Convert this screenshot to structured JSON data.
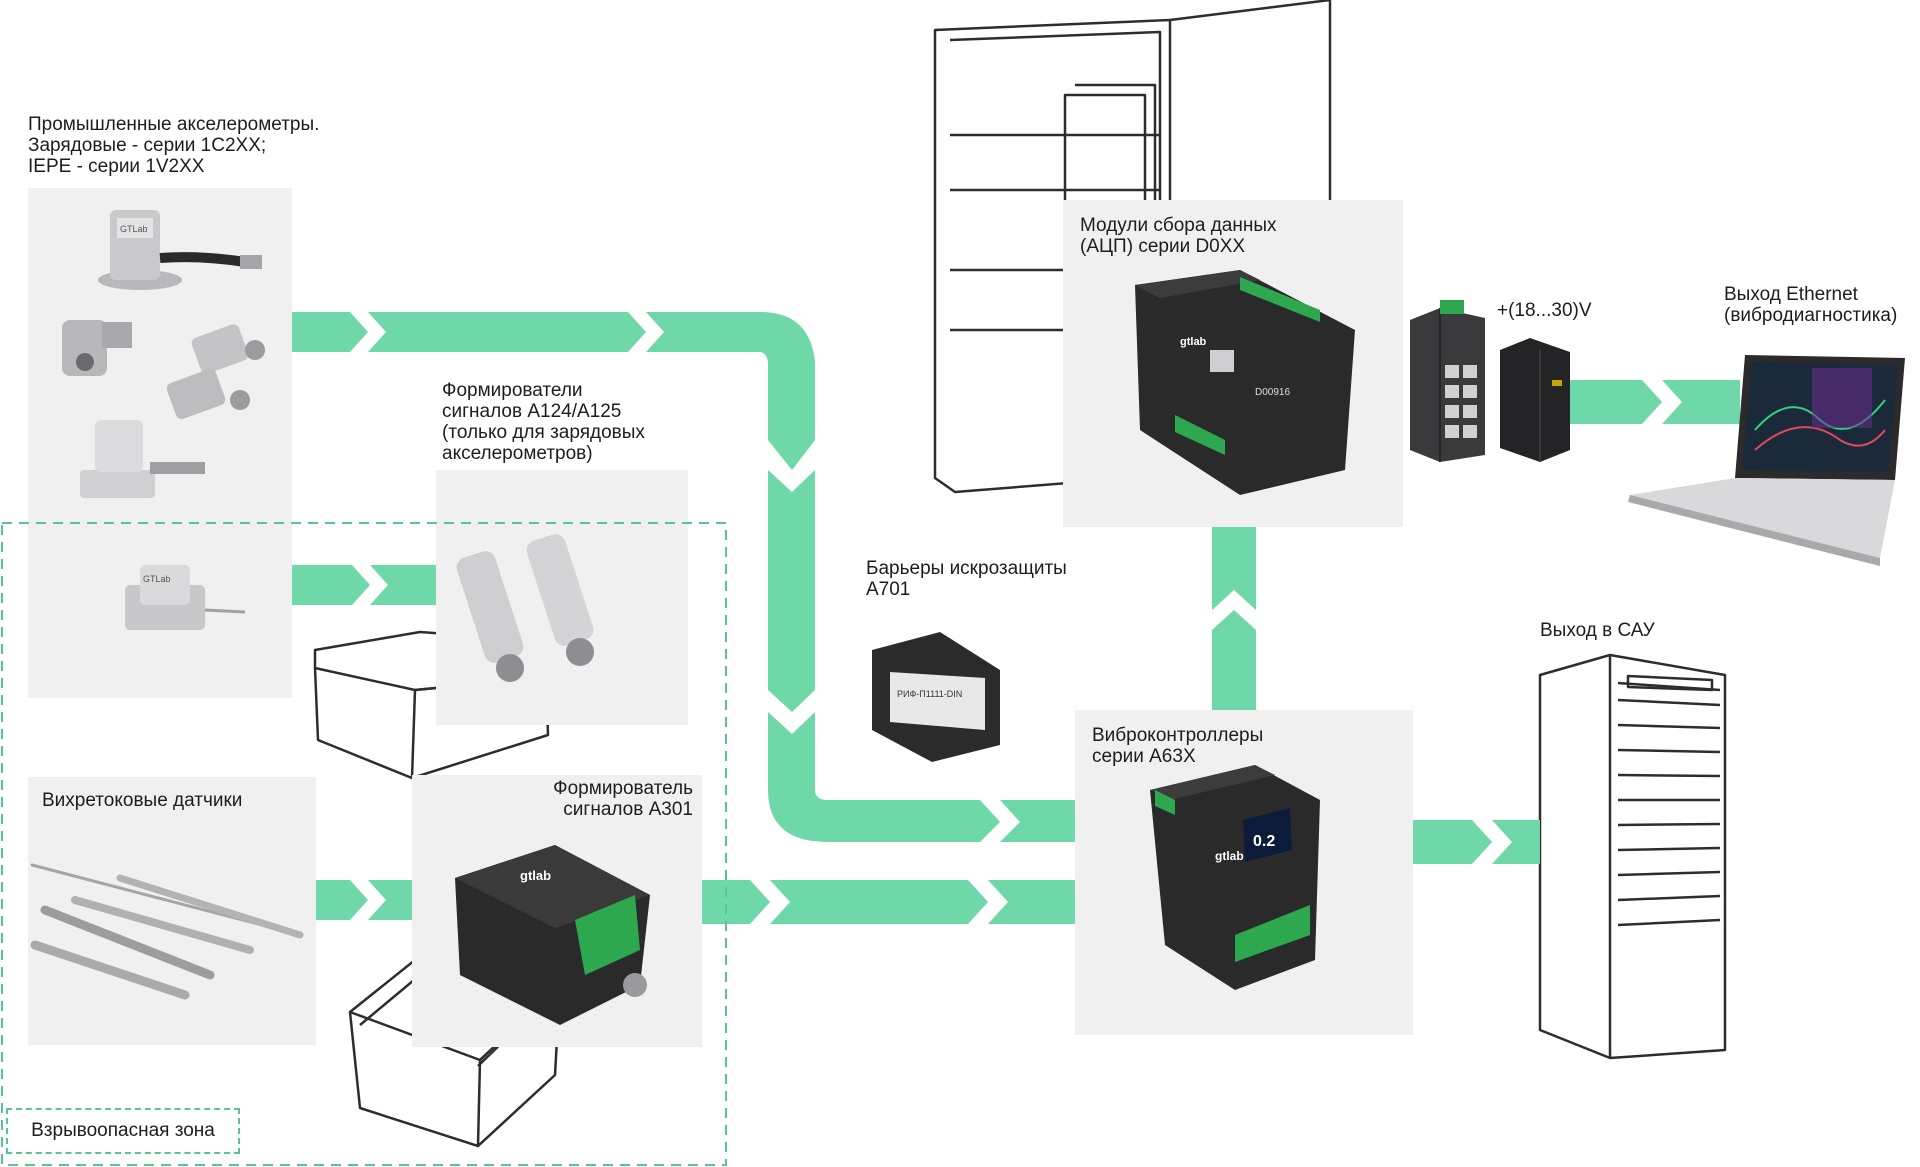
{
  "colors": {
    "flow": "#6fd8a8",
    "zone_border": "#57c78d",
    "panel": "#f0f0f1",
    "device": "#2a2a2a",
    "terminal": "#2ea84f"
  },
  "labels": {
    "accelerometers": "Промышленные акселерометры.\nЗарядовые - серии 1С2ХХ;\nIEPE - серии 1V2ХХ",
    "signal_conditioners": "Формирователи\nсигналов A124/A125\n(только для зарядовых\nакселерометров)",
    "eddy_sensors": "Вихретоковые датчики",
    "a301": "Формирователь\nсигналов A301",
    "barriers": "Барьеры искрозащиты\nA701",
    "daq_modules": "Модули сбора данных\n(АЦП) серии D0XX",
    "power": "+(18...30)V",
    "ethernet_out": "Выход Ethernet\n(вибродиагностика)",
    "vibrocontrollers": "Виброконтроллеры\nсерии A63X",
    "sau_out": "Выход в САУ",
    "hazard_zone": "Взрывоопасная зона"
  },
  "device_text": {
    "sensor_brand": "GTLab",
    "module_brand": "gtlab",
    "daq_model": "D00916",
    "controller_display": "0.2",
    "barrier_model": "РИФ-П1111-DIN"
  },
  "icons": [
    "accelerometer-icon",
    "signal-conditioner-icon",
    "eddy-probe-icon",
    "a301-icon",
    "barrier-icon",
    "daq-module-icon",
    "network-switch-icon",
    "power-supply-icon",
    "laptop-icon",
    "vibrocontroller-icon",
    "cabinet-icon",
    "enclosure-icon"
  ]
}
